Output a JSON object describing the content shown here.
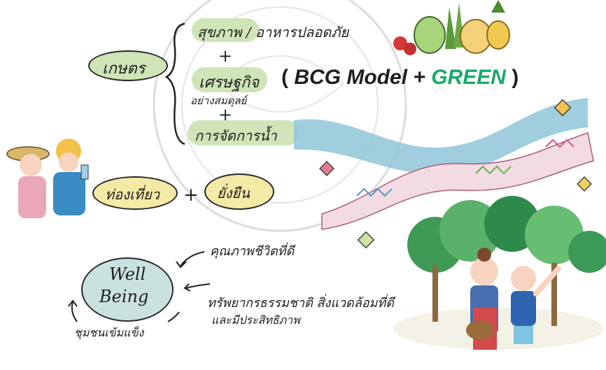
{
  "sketch": {
    "left_label": "เกษตร",
    "items": [
      "สุขภาพ / อาหารปลอดภัย",
      "เศรษฐกิจ",
      "การจัดการน้ำ"
    ],
    "item2_sub": "อย่างสมดุลย์",
    "plus_signs": [
      "+",
      "+",
      "+"
    ],
    "model_open": "(",
    "model_bcg": "BCG Model +",
    "model_green": "GREEN",
    "model_close": ")",
    "tourism": "ท่องเที่ยว",
    "tourism_plus": "+",
    "sustain": "ยั่งยืน",
    "wellbeing_line1": "Well",
    "wellbeing_line2": "Being",
    "wb_label1": "คุณภาพชีวิตที่ดี",
    "wb_label2_line1": "ทรัพยากรธรรมชาติ สิ่งแวดล้อมที่ดี",
    "wb_label2_line2": "และมีประสิทธิภาพ",
    "wb_label3": "ชุมชนเข้มแข็ง"
  },
  "colors": {
    "green_highlight": "#cfe5b8",
    "green_text": "#1aa86a",
    "river": "#8fc6d9",
    "yellow_bubble": "#f5e9a6",
    "wellbeing_fill": "#c9e2df"
  }
}
